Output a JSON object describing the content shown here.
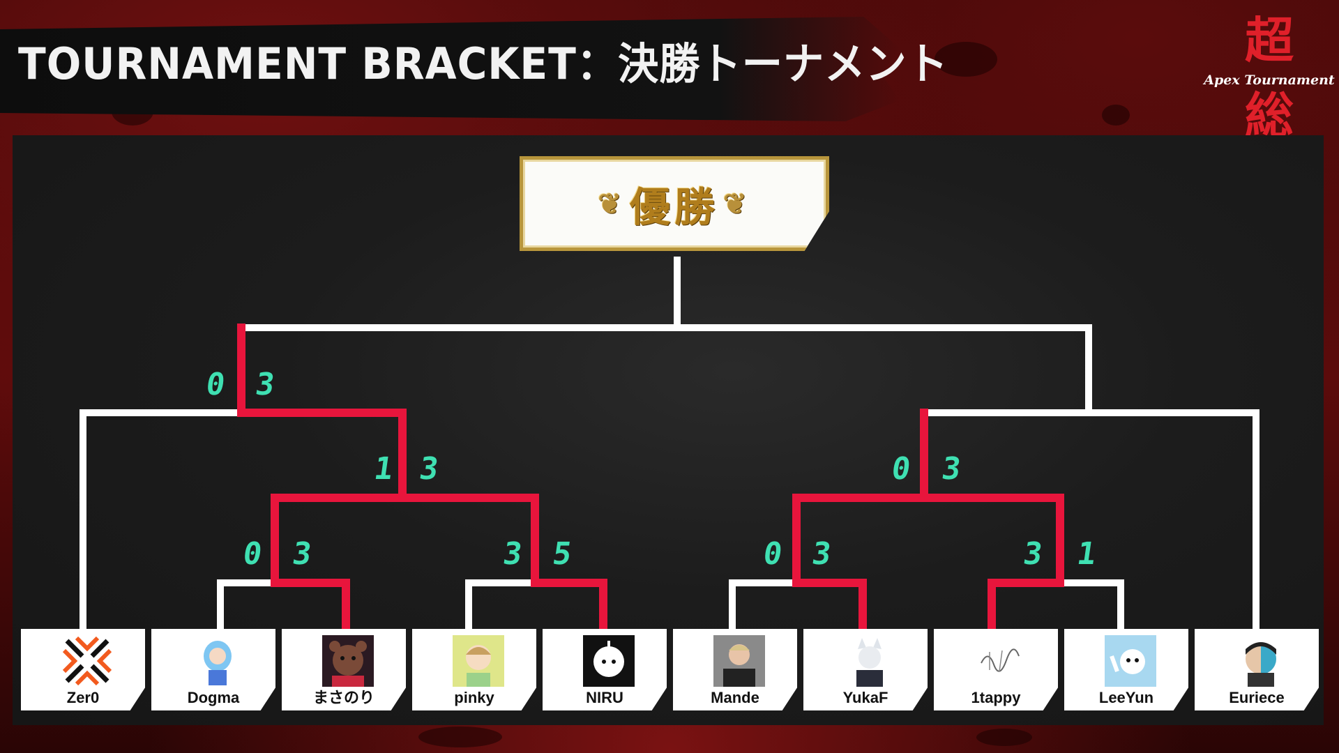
{
  "header": {
    "title": "TOURNAMENT BRACKET：決勝トーナメント"
  },
  "logo": {
    "top_glyph": "超",
    "sub_text": "Apex Tournament",
    "bottom_glyph": "総"
  },
  "winner": {
    "label": "優勝"
  },
  "colors": {
    "winning_path": "#e8153c",
    "bracket_line": "#ffffff",
    "score_text": "#3fe0b2",
    "winner_frame": "#b8963c"
  },
  "players": [
    {
      "name": "Zer0",
      "icon": "zer0-logo-icon"
    },
    {
      "name": "Dogma",
      "icon": "dogma-avatar-icon"
    },
    {
      "name": "まさのり",
      "icon": "bear-avatar-icon"
    },
    {
      "name": "pinky",
      "icon": "pinky-avatar-icon"
    },
    {
      "name": "NIRU",
      "icon": "niru-logo-icon"
    },
    {
      "name": "Mande",
      "icon": "mande-photo-icon"
    },
    {
      "name": "YukaF",
      "icon": "yukaf-avatar-icon"
    },
    {
      "name": "1tappy",
      "icon": "1tappy-signature-icon"
    },
    {
      "name": "LeeYun",
      "icon": "leeyun-avatar-icon"
    },
    {
      "name": "Euriece",
      "icon": "euriece-avatar-icon"
    }
  ],
  "matches": [
    {
      "id": "r1-a",
      "players": [
        "Dogma",
        "まさのり"
      ],
      "scores": [
        "0",
        "3"
      ],
      "winner": "まさのり"
    },
    {
      "id": "r1-b",
      "players": [
        "pinky",
        "NIRU"
      ],
      "scores": [
        "3",
        "5"
      ],
      "winner": "NIRU"
    },
    {
      "id": "r1-c",
      "players": [
        "Mande",
        "YukaF"
      ],
      "scores": [
        "0",
        "3"
      ],
      "winner": "YukaF"
    },
    {
      "id": "r1-d",
      "players": [
        "1tappy",
        "LeeYun"
      ],
      "scores": [
        "3",
        "1"
      ],
      "winner": "1tappy"
    },
    {
      "id": "qf-left",
      "players": [
        "まさのり",
        "NIRU"
      ],
      "scores": [
        "1",
        "3"
      ],
      "winner": "NIRU"
    },
    {
      "id": "qf-right",
      "players": [
        "YukaF",
        "1tappy"
      ],
      "scores": [
        "0",
        "3"
      ],
      "winner": "1tappy"
    },
    {
      "id": "sf-left",
      "players": [
        "Zer0",
        "NIRU"
      ],
      "scores": [
        "0",
        "3"
      ],
      "winner": "NIRU"
    }
  ]
}
